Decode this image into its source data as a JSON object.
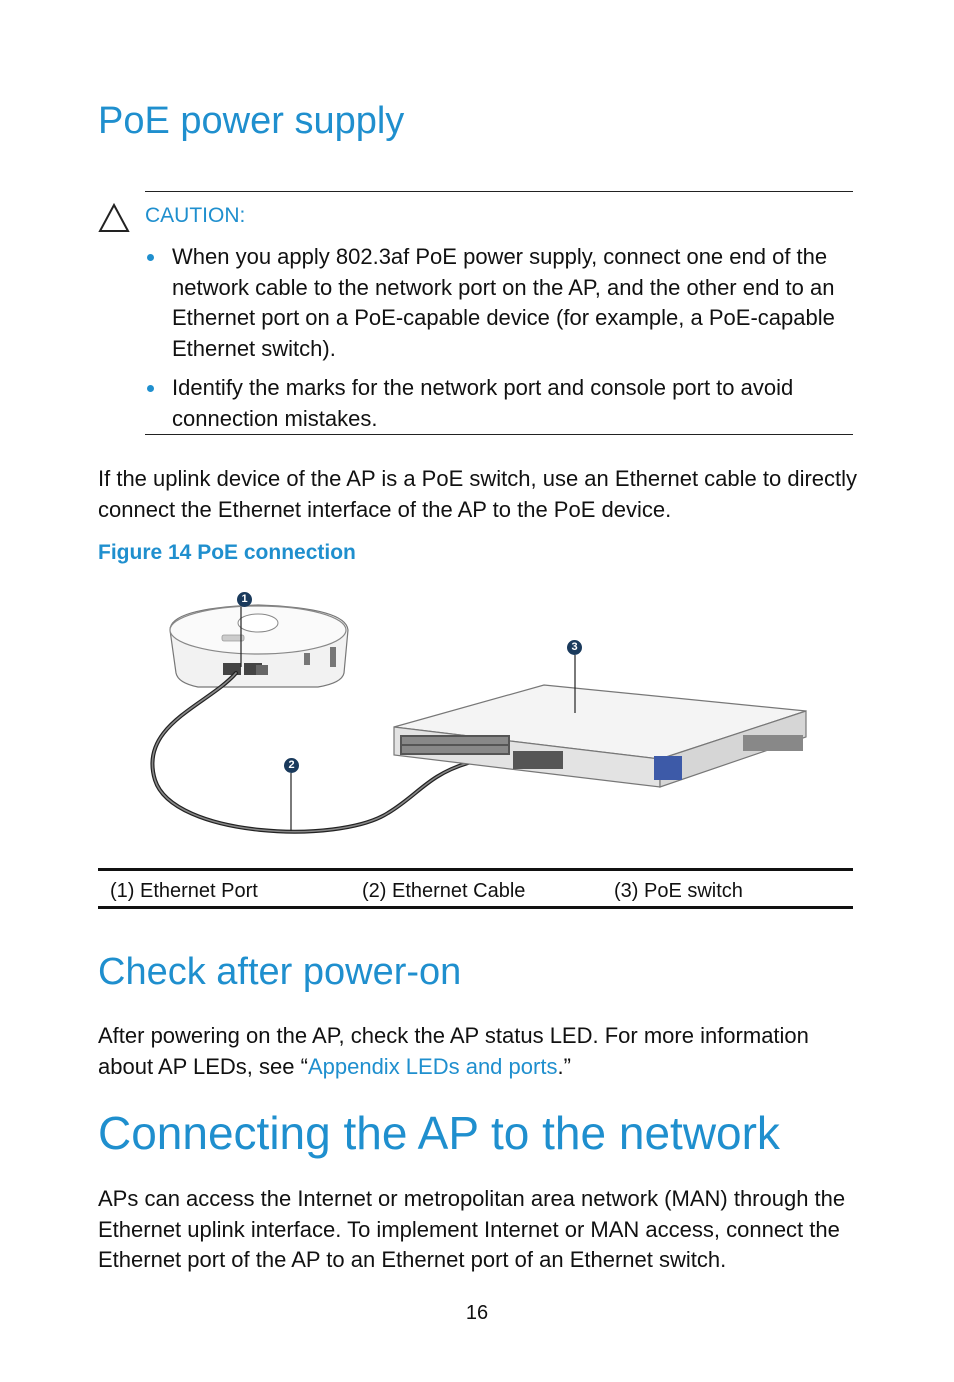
{
  "section1": {
    "title": "PoE power supply",
    "caution_label": "CAUTION:",
    "bullets": [
      "When you apply 802.3af PoE power supply, connect one end of the network cable to the network port on the AP, and the other end to an Ethernet port on a PoE-capable device (for example, a PoE-capable Ethernet switch).",
      "Identify the marks for the network port and console port to avoid connection mistakes."
    ],
    "paragraph": "If the uplink device of the AP is a PoE switch, use an Ethernet cable to directly connect the Ethernet interface of the AP to the PoE device.",
    "figure_title": "Figure 14 PoE connection",
    "callouts": [
      "1",
      "2",
      "3"
    ],
    "legend": [
      "(1) Ethernet Port",
      "(2) Ethernet Cable",
      "(3) PoE switch"
    ]
  },
  "section2": {
    "title": "Check after power-on",
    "paragraph_before": "After powering on the AP, check the AP status LED. For more information about AP LEDs, see “",
    "link_text": "Appendix LEDs and ports",
    "paragraph_after": ".”"
  },
  "section3": {
    "title": "Connecting the AP to the network",
    "paragraph": "APs can access the Internet or metropolitan area network (MAN) through the Ethernet uplink interface. To implement Internet or MAN access, connect the Ethernet port of the AP to an Ethernet port of an Ethernet switch."
  },
  "page_number": "16",
  "colors": {
    "heading": "#1f8fce",
    "callout": "#1a3a5c",
    "text": "#111111"
  }
}
